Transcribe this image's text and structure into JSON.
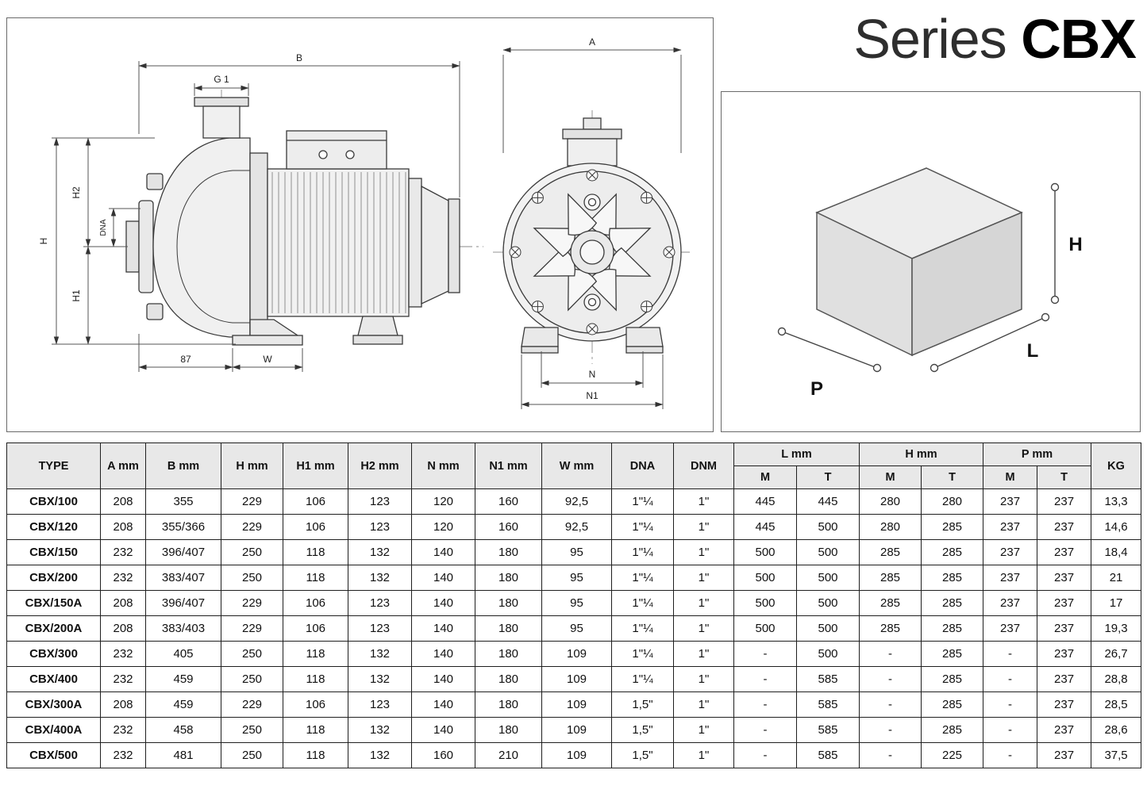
{
  "title": {
    "light": "Series",
    "bold": "CBX"
  },
  "drawing": {
    "side": {
      "b": "B",
      "g": "G 1",
      "h": "H",
      "h2": "H2",
      "dna": "DNA",
      "h1": "H1",
      "d87": "87",
      "w": "W"
    },
    "front": {
      "a": "A",
      "n": "N",
      "n1": "N1"
    },
    "cube": {
      "h": "H",
      "l": "L",
      "p": "P"
    }
  },
  "table": {
    "header": {
      "cols": [
        "TYPE",
        "A mm",
        "B mm",
        "H mm",
        "H1 mm",
        "H2 mm",
        "N mm",
        "N1 mm",
        "W mm",
        "DNA",
        "DNM"
      ],
      "groups": [
        "L mm",
        "H mm",
        "P mm"
      ],
      "sub": [
        "M",
        "T",
        "M",
        "T",
        "M",
        "T"
      ],
      "kg": "KG"
    },
    "rows": [
      [
        "CBX/100",
        "208",
        "355",
        "229",
        "106",
        "123",
        "120",
        "160",
        "92,5",
        "1\"¼",
        "1\"",
        "445",
        "445",
        "280",
        "280",
        "237",
        "237",
        "13,3"
      ],
      [
        "CBX/120",
        "208",
        "355/366",
        "229",
        "106",
        "123",
        "120",
        "160",
        "92,5",
        "1\"¼",
        "1\"",
        "445",
        "500",
        "280",
        "285",
        "237",
        "237",
        "14,6"
      ],
      [
        "CBX/150",
        "232",
        "396/407",
        "250",
        "118",
        "132",
        "140",
        "180",
        "95",
        "1\"¼",
        "1\"",
        "500",
        "500",
        "285",
        "285",
        "237",
        "237",
        "18,4"
      ],
      [
        "CBX/200",
        "232",
        "383/407",
        "250",
        "118",
        "132",
        "140",
        "180",
        "95",
        "1\"¼",
        "1\"",
        "500",
        "500",
        "285",
        "285",
        "237",
        "237",
        "21"
      ],
      [
        "CBX/150A",
        "208",
        "396/407",
        "229",
        "106",
        "123",
        "140",
        "180",
        "95",
        "1\"¼",
        "1\"",
        "500",
        "500",
        "285",
        "285",
        "237",
        "237",
        "17"
      ],
      [
        "CBX/200A",
        "208",
        "383/403",
        "229",
        "106",
        "123",
        "140",
        "180",
        "95",
        "1\"¼",
        "1\"",
        "500",
        "500",
        "285",
        "285",
        "237",
        "237",
        "19,3"
      ],
      [
        "CBX/300",
        "232",
        "405",
        "250",
        "118",
        "132",
        "140",
        "180",
        "109",
        "1\"¼",
        "1\"",
        "-",
        "500",
        "-",
        "285",
        "-",
        "237",
        "26,7"
      ],
      [
        "CBX/400",
        "232",
        "459",
        "250",
        "118",
        "132",
        "140",
        "180",
        "109",
        "1\"¼",
        "1\"",
        "-",
        "585",
        "-",
        "285",
        "-",
        "237",
        "28,8"
      ],
      [
        "CBX/300A",
        "208",
        "459",
        "229",
        "106",
        "123",
        "140",
        "180",
        "109",
        "1,5\"",
        "1\"",
        "-",
        "585",
        "-",
        "285",
        "-",
        "237",
        "28,5"
      ],
      [
        "CBX/400A",
        "232",
        "458",
        "250",
        "118",
        "132",
        "140",
        "180",
        "109",
        "1,5\"",
        "1\"",
        "-",
        "585",
        "-",
        "285",
        "-",
        "237",
        "28,6"
      ],
      [
        "CBX/500",
        "232",
        "481",
        "250",
        "118",
        "132",
        "160",
        "210",
        "109",
        "1,5\"",
        "1\"",
        "-",
        "585",
        "-",
        "225",
        "-",
        "237",
        "37,5"
      ]
    ]
  }
}
